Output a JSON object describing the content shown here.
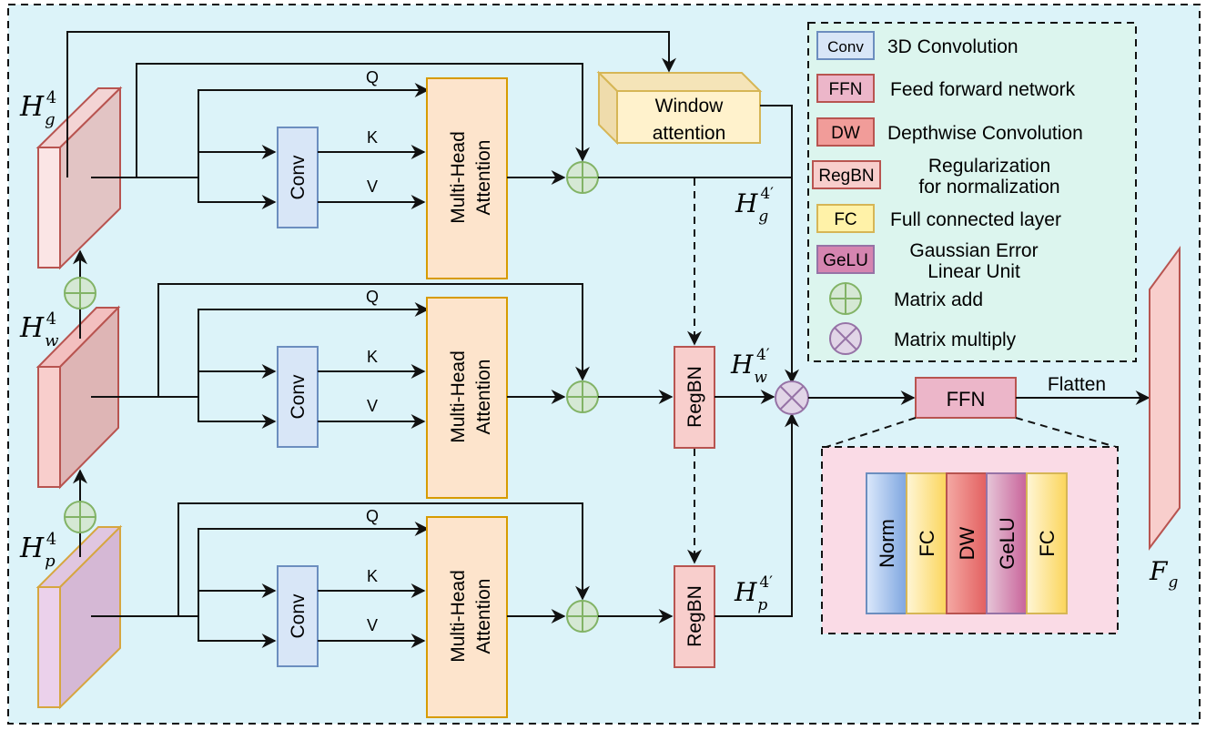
{
  "diagram": {
    "inputs": {
      "hg": {
        "base": "H",
        "sub": "g",
        "sup": "4"
      },
      "hw": {
        "base": "H",
        "sub": "w",
        "sup": "4"
      },
      "hp": {
        "base": "H",
        "sub": "p",
        "sup": "4"
      }
    },
    "outputs": {
      "hg_prime": {
        "base": "H",
        "sub": "g",
        "sup": "4′"
      },
      "hw_prime": {
        "base": "H",
        "sub": "w",
        "sup": "4′"
      },
      "hp_prime": {
        "base": "H",
        "sub": "p",
        "sup": "4′"
      },
      "fg": {
        "base": "F",
        "sub": "g"
      }
    },
    "labels": {
      "q": "Q",
      "k": "K",
      "v": "V",
      "conv": "Conv",
      "mha_line1": "Multi-Head",
      "mha_line2": "Attention",
      "window_line1": "Window",
      "window_line2": "attention",
      "regbn": "RegBN",
      "ffn": "FFN",
      "flatten": "Flatten"
    },
    "ffn_detail": [
      "Norm",
      "FC",
      "DW",
      "GeLU",
      "FC"
    ],
    "legend": [
      {
        "key": "Conv",
        "desc": "3D Convolution"
      },
      {
        "key": "FFN",
        "desc": "Feed forward network"
      },
      {
        "key": "DW",
        "desc": "Depthwise Convolution"
      },
      {
        "key": "RegBN",
        "desc_line1": "Regularization",
        "desc_line2": "for normalization"
      },
      {
        "key": "FC",
        "desc": "Full connected layer"
      },
      {
        "key": "GeLU",
        "desc_line1": "Gaussian Error",
        "desc_line2": "Linear Unit"
      },
      {
        "icon": "matrix-add",
        "desc": "Matrix add"
      },
      {
        "icon": "matrix-multiply",
        "desc": "Matrix multiply"
      }
    ],
    "colors": {
      "background": "#dcf3f9",
      "legend_bg": "#dcf5ee",
      "conv_fill": "#d8e6f7",
      "conv_stroke": "#6c8ebf",
      "mha_fill": "#fde4cc",
      "mha_stroke": "#d79b00",
      "regbn_fill": "#f8cecc",
      "regbn_stroke": "#b85450",
      "ffn_fill": "#ecb6c9",
      "add_fill": "#d5e8d4",
      "add_stroke": "#82b366",
      "mul_fill": "#e1d5e7",
      "mul_stroke": "#9673a6",
      "window_fill": "#fff2cc",
      "window_stroke": "#d6b656",
      "ffn_box_bg": "#fadbe6"
    }
  }
}
